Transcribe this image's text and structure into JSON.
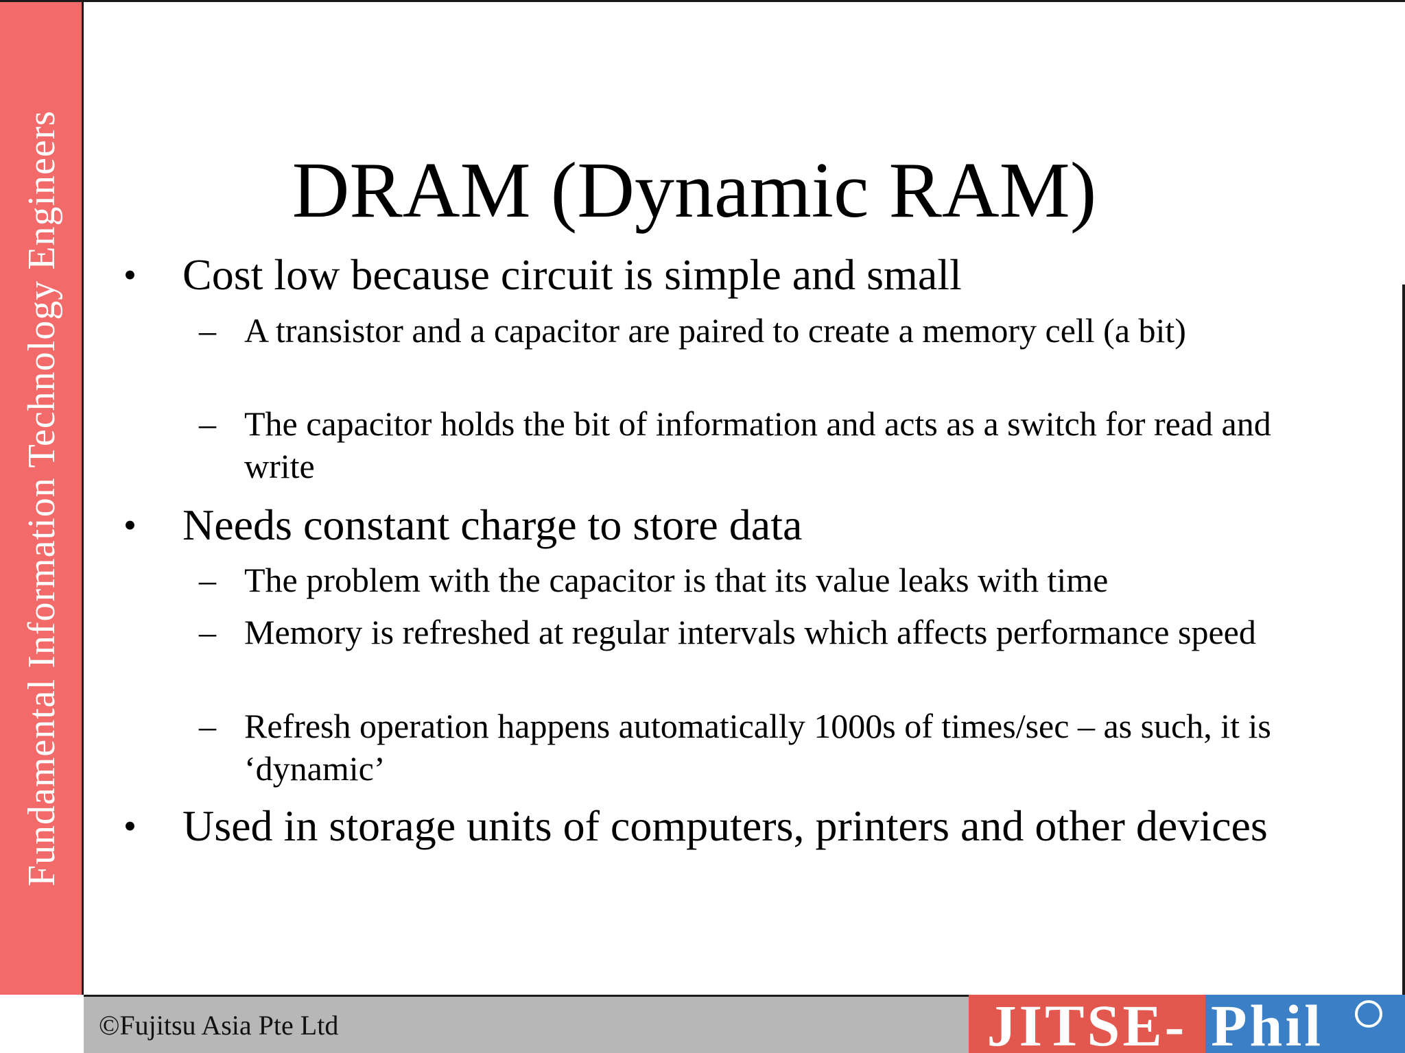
{
  "sidebar": {
    "text": "Fundamental Information Technology Engineers"
  },
  "title": "DRAM (Dynamic RAM)",
  "bullets": [
    {
      "mark": "•",
      "text": "Cost low because circuit is simple and small",
      "subs": [
        {
          "mark": "–",
          "text": "A transistor and a capacitor are paired to create a memory cell (a bit)"
        },
        {
          "mark": "–",
          "text": "The capacitor holds the bit of information and acts as a switch for read and write"
        }
      ]
    },
    {
      "mark": "•",
      "text": "Needs constant charge to store data",
      "subs": [
        {
          "mark": "–",
          "text": "The problem with the capacitor is that its value leaks with time"
        },
        {
          "mark": "–",
          "text": "Memory is refreshed at regular intervals which affects performance speed"
        },
        {
          "mark": "–",
          "text": "Refresh operation happens automatically 1000s of times/sec – as such, it is ‘dynamic’"
        }
      ]
    },
    {
      "mark": "•",
      "text": "Used in storage units of computers, printers and other devices",
      "subs": []
    }
  ],
  "footer": {
    "copyright": "©Fujitsu Asia Pte Ltd",
    "logo_left": "JITSE-",
    "logo_right": "Phil"
  },
  "colors": {
    "sidebar": "#f26a6a",
    "footer": "#b7b7b7",
    "logo_red": "#e2584e",
    "logo_blue": "#3b80c6"
  }
}
